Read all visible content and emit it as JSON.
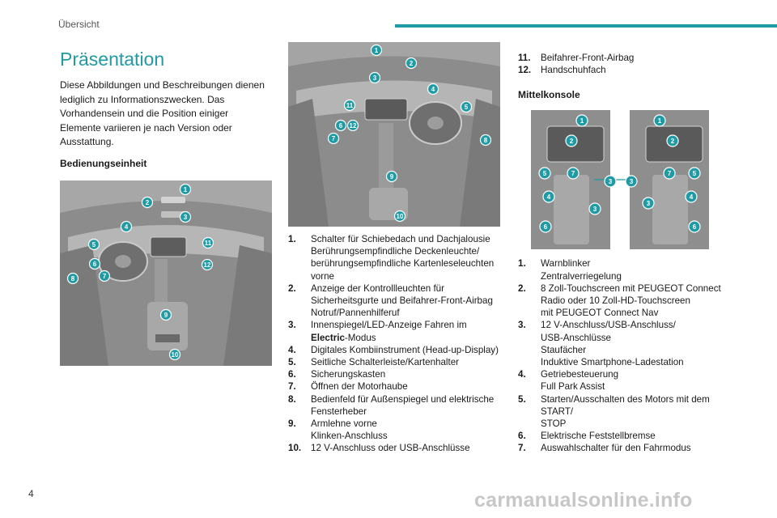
{
  "header": {
    "section": "Übersicht"
  },
  "page_number": "4",
  "watermark": "carmanualsonline.info",
  "col1": {
    "title": "Präsentation",
    "intro": "Diese Abbildungen und Beschreibungen dienen lediglich zu Informationszwecken. Das Vorhandensein und die Position einiger Elemente variieren je nach Version oder Ausstattung.",
    "subhead": "Bedienungseinheit",
    "figure_markers": [
      "1",
      "2",
      "3",
      "4",
      "5",
      "6",
      "7",
      "8",
      "9",
      "10",
      "11",
      "12"
    ]
  },
  "col2": {
    "figure_markers": [
      "1",
      "2",
      "3",
      "4",
      "5",
      "6",
      "7",
      "8",
      "9",
      "10",
      "11",
      "12"
    ],
    "items": [
      {
        "num": "1.",
        "lines": [
          "Schalter für Schiebedach und Dachjalousie",
          "Berührungsempfindliche Deckenleuchte/",
          "berührungsempfindliche Kartenleseleuchten",
          "vorne"
        ]
      },
      {
        "num": "2.",
        "lines": [
          "Anzeige der Kontrollleuchten für",
          "Sicherheitsgurte und Beifahrer-Front-Airbag",
          "Notruf/Pannenhilferuf"
        ]
      },
      {
        "num": "3.",
        "lines": [
          "Innenspiegel/LED-Anzeige Fahren im"
        ],
        "bold_line": "Electric",
        "bold_suffix": "-Modus"
      },
      {
        "num": "4.",
        "lines": [
          "Digitales Kombiinstrument (Head-up-Display)"
        ]
      },
      {
        "num": "5.",
        "lines": [
          "Seitliche Schalterleiste/Kartenhalter"
        ]
      },
      {
        "num": "6.",
        "lines": [
          "Sicherungskasten"
        ]
      },
      {
        "num": "7.",
        "lines": [
          "Öffnen der Motorhaube"
        ]
      },
      {
        "num": "8.",
        "lines": [
          "Bedienfeld für Außenspiegel und elektrische",
          "Fensterheber"
        ]
      },
      {
        "num": "9.",
        "lines": [
          "Armlehne vorne",
          "Klinken-Anschluss"
        ]
      },
      {
        "num": "10.",
        "lines": [
          "12 V-Anschluss oder USB-Anschlüsse"
        ]
      }
    ]
  },
  "col3": {
    "items_top": [
      {
        "num": "11.",
        "lines": [
          "Beifahrer-Front-Airbag"
        ]
      },
      {
        "num": "12.",
        "lines": [
          "Handschuhfach"
        ]
      }
    ],
    "subhead": "Mittelkonsole",
    "figure_markers": [
      "1",
      "2",
      "3",
      "4",
      "5",
      "6",
      "7"
    ],
    "items": [
      {
        "num": "1.",
        "lines": [
          "Warnblinker",
          "Zentralverriegelung"
        ]
      },
      {
        "num": "2.",
        "lines": [
          "8 Zoll-Touchscreen mit PEUGEOT Connect",
          "Radio oder 10 Zoll-HD-Touchscreen",
          "mit PEUGEOT Connect Nav"
        ]
      },
      {
        "num": "3.",
        "lines": [
          "12 V-Anschluss/USB-Anschluss/",
          "USB-Anschlüsse",
          "Staufächer",
          "Induktive Smartphone-Ladestation"
        ]
      },
      {
        "num": "4.",
        "lines": [
          "Getriebesteuerung",
          "Full Park Assist"
        ]
      },
      {
        "num": "5.",
        "lines": [
          "Starten/Ausschalten des Motors mit dem START/",
          "STOP"
        ]
      },
      {
        "num": "6.",
        "lines": [
          "Elektrische Feststellbremse"
        ]
      },
      {
        "num": "7.",
        "lines": [
          "Auswahlschalter für den Fahrmodus"
        ]
      }
    ]
  },
  "colors": {
    "accent": "#1f9ba6",
    "figure_bg": "#8f8f8f"
  }
}
